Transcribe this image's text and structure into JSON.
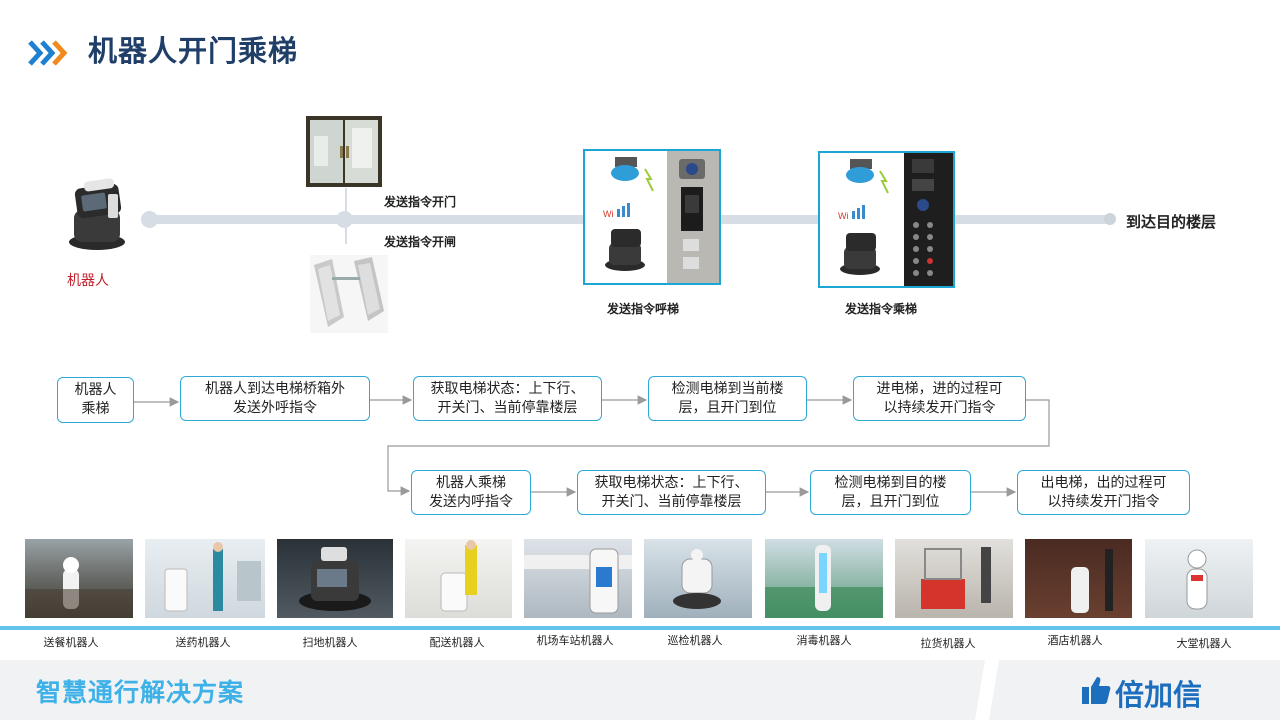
{
  "page": {
    "title": "机器人开门乘梯"
  },
  "timeline": {
    "robot_caption": "机器人",
    "open_door_label": "发送指令开门",
    "open_gate_label": "发送指令开闸",
    "call_elevator_label": "发送指令呼梯",
    "ride_elevator_label": "发送指令乘梯",
    "destination_label": "到达目的楼层"
  },
  "flow": {
    "row1": [
      "机器人\n乘梯",
      "机器人到达电梯桥箱外\n发送外呼指令",
      "获取电梯状态：上下行、\n开关门、当前停靠楼层",
      "检测电梯到当前楼\n层，且开门到位",
      "进电梯，进的过程可\n以持续发开门指令"
    ],
    "row2": [
      "机器人乘梯\n发送内呼指令",
      "获取电梯状态：上下行、\n开关门、当前停靠楼层",
      "检测电梯到目的楼\n层，且开门到位",
      "出电梯，出的过程可\n以持续发开门指令"
    ]
  },
  "robots": [
    "送餐机器人",
    "送药机器人",
    "扫地机器人",
    "配送机器人",
    "机场车站机器人",
    "巡检机器人",
    "消毒机器人",
    "拉货机器人",
    "酒店机器人",
    "大堂机器人"
  ],
  "footer": {
    "title": "智慧通行解决方案",
    "brand": "倍加信"
  },
  "colors": {
    "title": "#1f3f68",
    "accent": "#2fa9d6",
    "footer_title": "#3db1e8",
    "brand": "#1d6fbe",
    "caption_red": "#c0202a"
  }
}
